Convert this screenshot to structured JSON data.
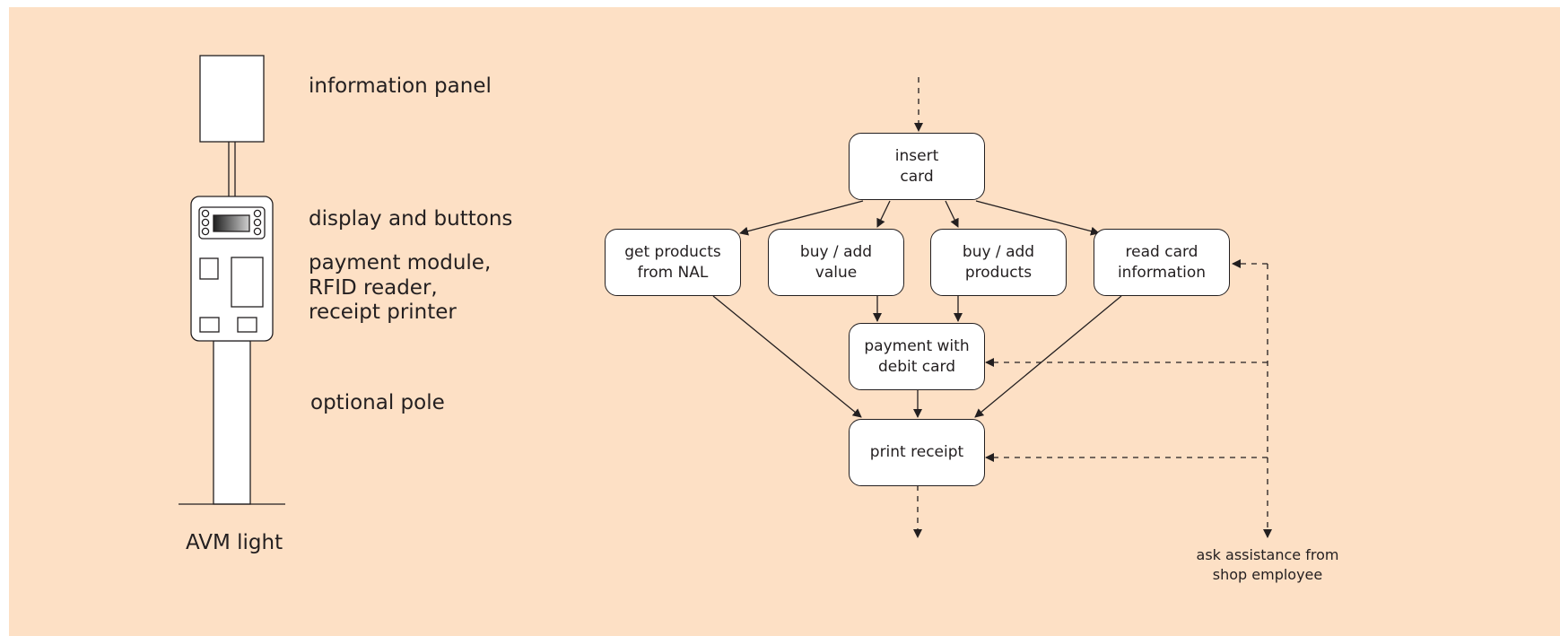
{
  "device": {
    "caption": "AVM light",
    "labels": {
      "information_panel": "information panel",
      "display_buttons": "display and buttons",
      "modules": "payment module,\nRFID reader,\nreceipt printer",
      "pole": "optional pole"
    }
  },
  "flow": {
    "nodes": {
      "insert_card": "insert\ncard",
      "get_products": "get products\nfrom NAL",
      "buy_value": "buy / add\nvalue",
      "buy_products": "buy / add\nproducts",
      "read_card": "read card\ninformation",
      "payment": "payment with\ndebit card",
      "print_receipt": "print receipt"
    },
    "assistance": "ask assistance from\nshop employee"
  }
}
